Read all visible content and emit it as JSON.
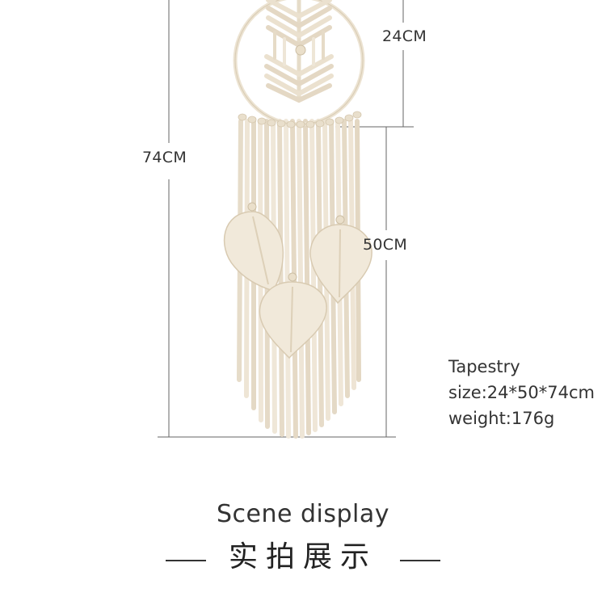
{
  "dimensions": {
    "width_label": "24CM",
    "total_length_label": "74CM",
    "tassel_length_label": "50CM"
  },
  "product_info": {
    "name": "Tapestry",
    "size": "size:24*50*74cm",
    "weight": "weight:176g"
  },
  "footer": {
    "title_en": "Scene display",
    "title_cn": "实拍展示"
  },
  "colors": {
    "cord": "#efe6d6",
    "cord_shadow": "#d9ccb6",
    "guide_line": "#555555",
    "text": "#333333"
  }
}
